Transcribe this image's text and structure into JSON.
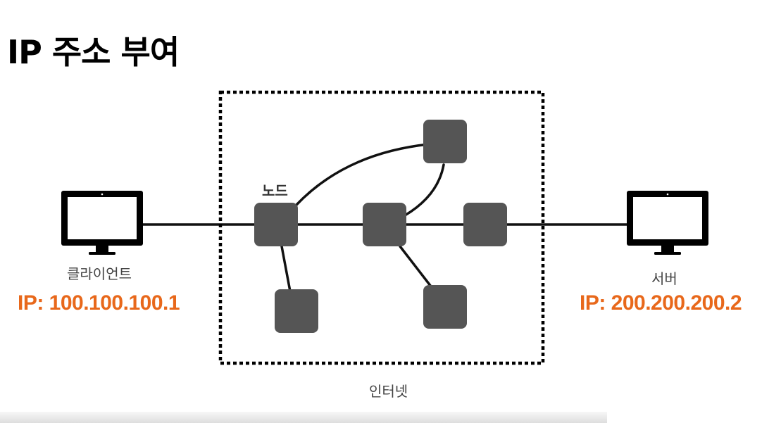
{
  "title": "IP 주소 부여",
  "labels": {
    "client": "클라이언트",
    "server": "서버",
    "node": "노드",
    "internet": "인터넷"
  },
  "client_ip": "IP: 100.100.100.1",
  "server_ip": "IP: 200.200.200.2",
  "colors": {
    "accent": "#e8681b",
    "node": "#555555",
    "line": "#111111",
    "text": "#444444"
  },
  "icons": {
    "client": "desktop-monitor-icon",
    "server": "desktop-monitor-icon"
  }
}
